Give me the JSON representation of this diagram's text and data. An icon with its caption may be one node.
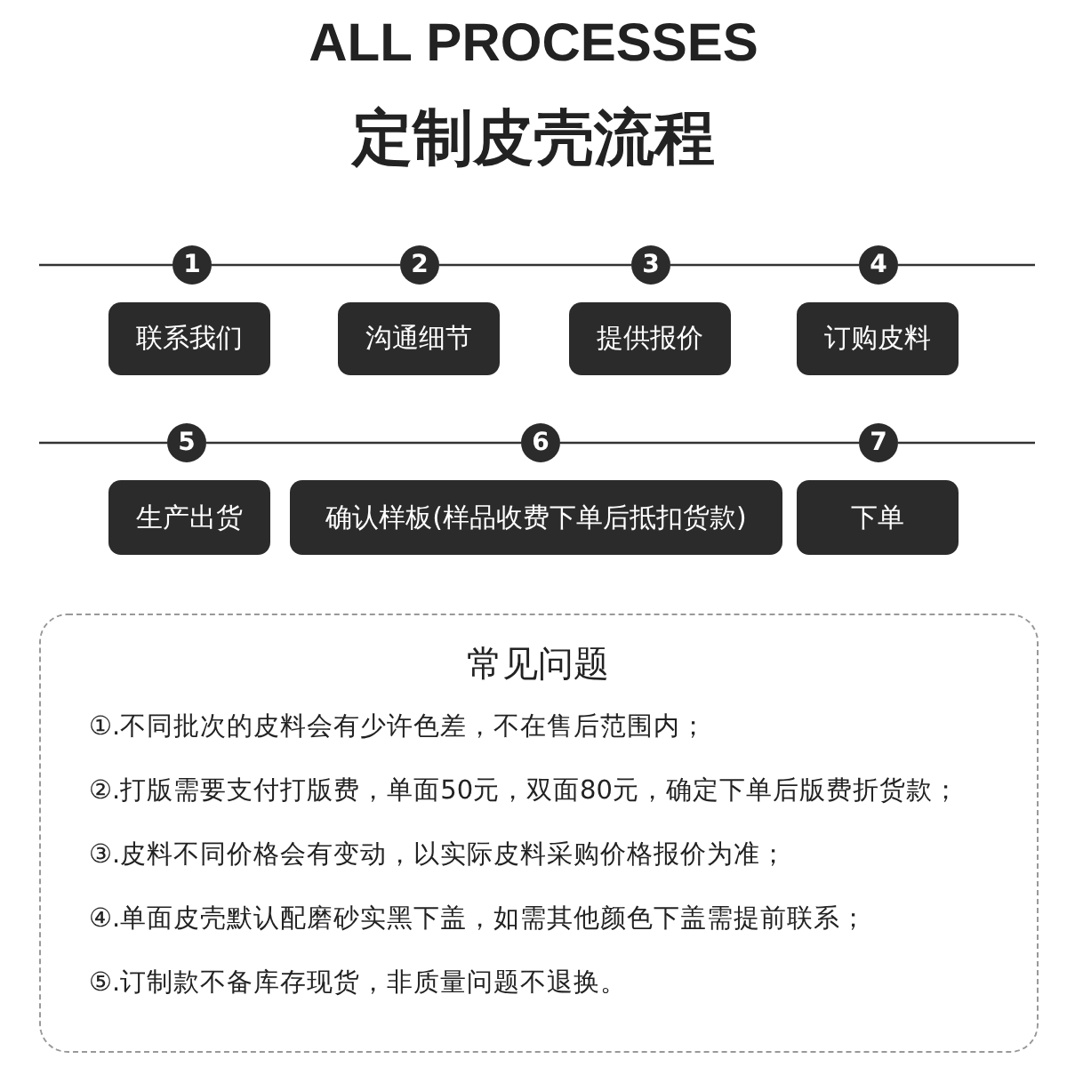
{
  "diagram": {
    "title": "ALL PROCESSES",
    "caption": "定制皮壳流程",
    "nodes": [
      {
        "text": [
          "1"
        ]
      },
      {
        "text": [
          "2"
        ]
      },
      {
        "text": [
          "3"
        ]
      },
      {
        "text": [
          "4"
        ]
      },
      {
        "text": [
          "联系我们"
        ]
      },
      {
        "text": [
          "沟通细节"
        ]
      },
      {
        "text": [
          "提供报价"
        ]
      },
      {
        "text": [
          "订购皮料"
        ]
      },
      {
        "text": [
          "5"
        ]
      },
      {
        "text": [
          "6"
        ]
      },
      {
        "text": [
          "7"
        ]
      },
      {
        "text": [
          "生产出货"
        ]
      },
      {
        "text": [
          "确认样板(样品收费下单后抵扣货款)"
        ]
      },
      {
        "text": [
          "下单"
        ]
      },
      {
        "text": [
          "常见问题",
          "①.不同批次的皮料会有少许色差，不在售后范围内；",
          "②.打版需要支付打版费，单面50元，双面80元，确定下单后版费折货款；",
          "③.皮料不同价格会有变动，以实际皮料采购价格报价为准；",
          "④.单面皮壳默认配磨砂实黑下盖，如需其他颜色下盖需提前联系；",
          "⑤.订制款不备库存现货，非质量问题不退换。"
        ]
      }
    ],
    "edges": [
      {
        "from": 0,
        "to": 1,
        "arrow": "none"
      },
      {
        "from": 1,
        "to": 2,
        "arrow": "none"
      },
      {
        "from": 2,
        "to": 3,
        "arrow": "none"
      },
      {
        "from": 8,
        "to": 9,
        "arrow": "none"
      },
      {
        "from": 9,
        "to": 10,
        "arrow": "none"
      }
    ]
  }
}
